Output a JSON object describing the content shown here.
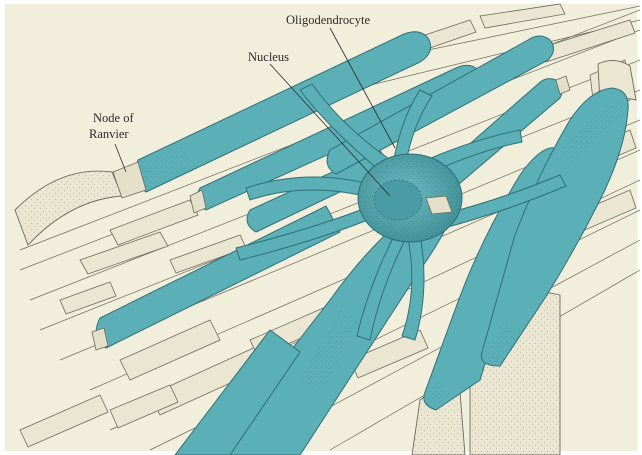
{
  "labels": {
    "oligodendrocyte": "Oligodendrocyte",
    "nucleus": "Nucleus",
    "node_line1": "Node of",
    "node_line2": "Ranvier"
  },
  "colors": {
    "background": "#ffffff",
    "paper": "#f1eedc",
    "myelin": "#5bb0b8",
    "myelin_dark": "#3d8e96",
    "axon": "#eae6d2",
    "ink": "#2a2a2a"
  }
}
